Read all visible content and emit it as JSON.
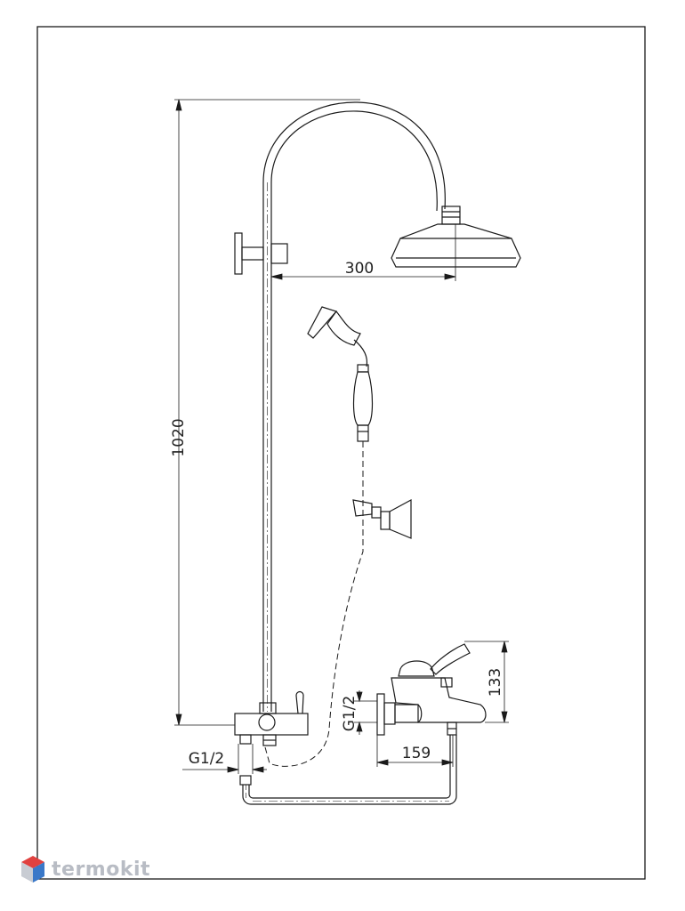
{
  "dimensions": {
    "total_height": "1020",
    "head_reach": "300",
    "mixer_height": "133",
    "mixer_depth": "159",
    "thread_left": "G1/2",
    "thread_right": "G1/2"
  },
  "brand": {
    "name": "termokit",
    "colors": {
      "red": "#e0413f",
      "blue": "#3a78c8",
      "grey": "#b8bcc4"
    }
  },
  "icons": [
    "termokit-logo-icon"
  ]
}
